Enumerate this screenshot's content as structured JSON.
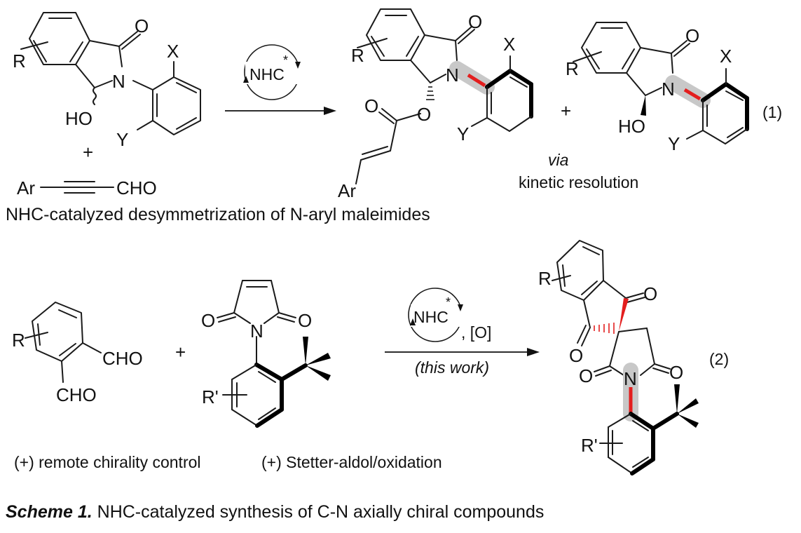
{
  "scheme": {
    "reaction1": {
      "substrate": {
        "R": "R",
        "O": "O",
        "N": "N",
        "X": "X",
        "Y": "Y",
        "HO": "HO"
      },
      "plus": "+",
      "ynal": {
        "Ar": "Ar",
        "CHO": "CHO"
      },
      "catalyst": {
        "label": "NHC",
        "star": "*"
      },
      "product": {
        "R": "R",
        "O": "O",
        "N": "N",
        "X": "X",
        "Y": "Y",
        "ester_O": "O",
        "carbonyl_O": "O",
        "Ar": "Ar"
      },
      "plus2": "+",
      "recovered": {
        "R": "R",
        "O": "O",
        "N": "N",
        "X": "X",
        "Y": "Y",
        "HO": "HO"
      },
      "via": "via",
      "note": "kinetic resolution",
      "number": "(1)"
    },
    "subtitle": "NHC-catalyzed desymmetrization of N-aryl maleimides",
    "reaction2": {
      "dialdehyde": {
        "R": "R",
        "CHO_top": "CHO",
        "CHO_bottom": "CHO"
      },
      "plus": "+",
      "maleimide": {
        "O_left": "O",
        "O_right": "O",
        "N": "N",
        "R_prime": "R'"
      },
      "catalyst": {
        "label": "NHC",
        "star": "*",
        "oxidant": ", [O]"
      },
      "condition": "(this work)",
      "product": {
        "R": "R",
        "O1": "O",
        "O2": "O",
        "O3": "O",
        "O4": "O",
        "N": "N",
        "R_prime": "R'"
      },
      "number": "(2)",
      "feature1": "(+) remote chirality control",
      "feature2": "(+) Stetter-aldol/oxidation"
    },
    "caption": {
      "label": "Scheme 1.",
      "text": " NHC-catalyzed synthesis of C-N axially chiral compounds"
    }
  },
  "colors": {
    "axis_bond": "#e31e1e",
    "axis_highlight": "#c8c8c8",
    "ink": "#111111"
  }
}
